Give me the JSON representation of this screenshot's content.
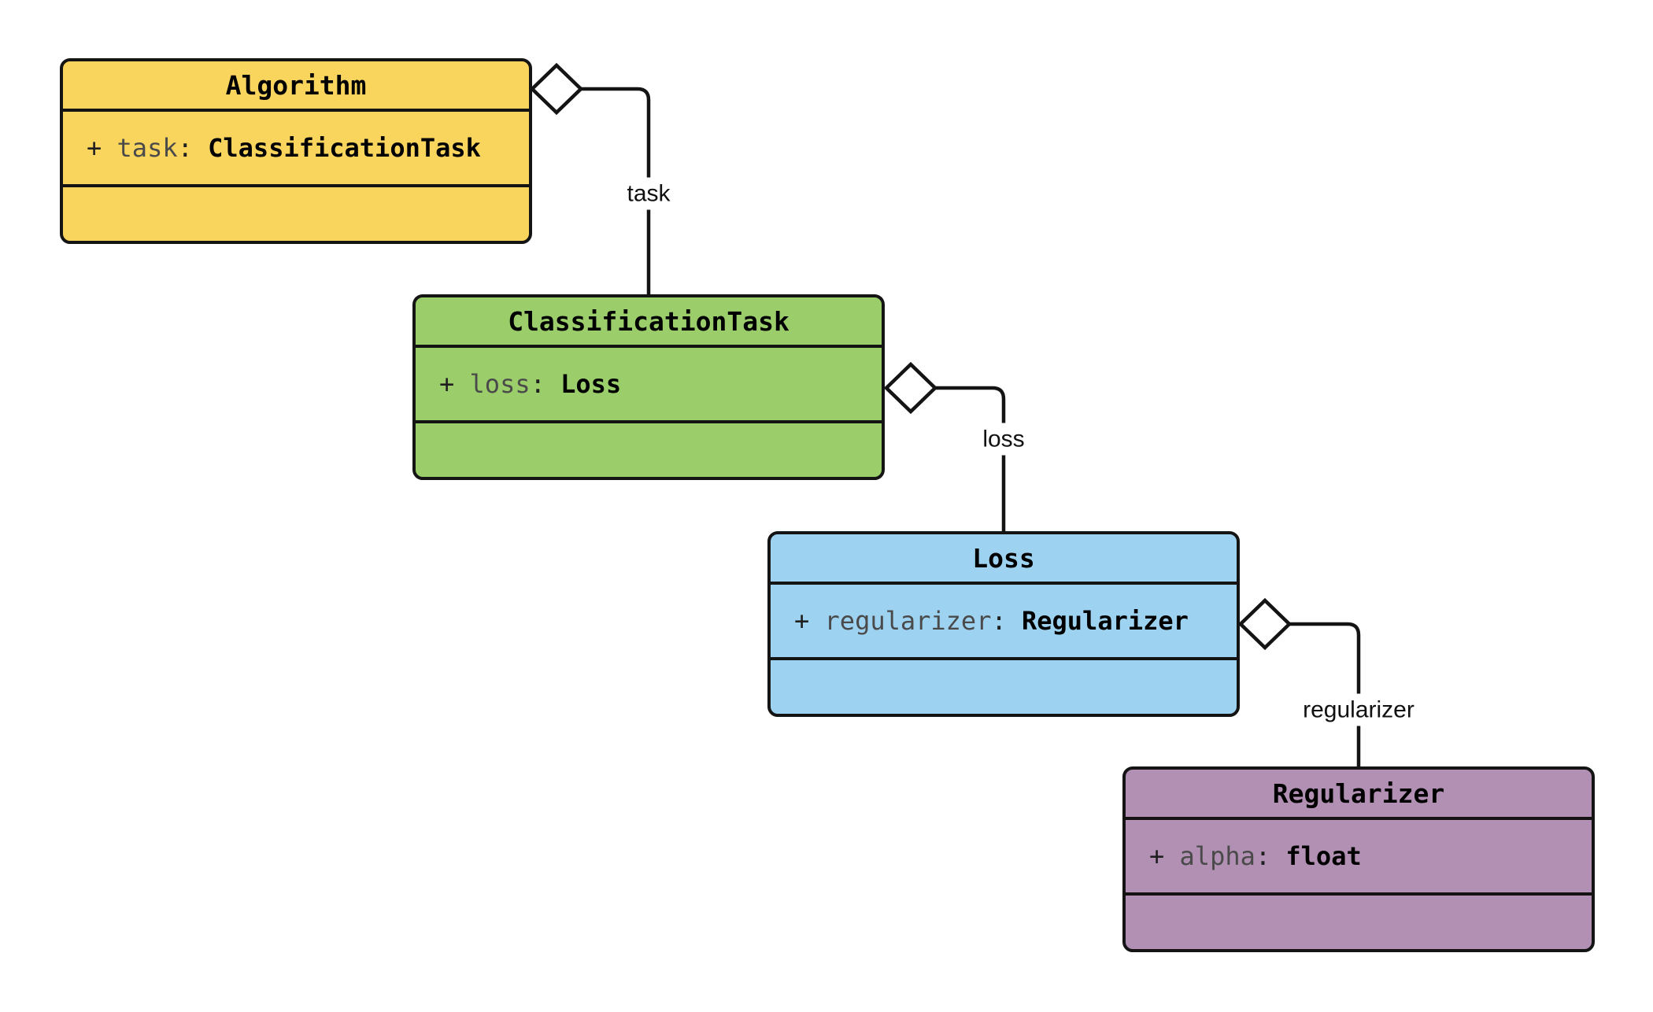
{
  "diagram": {
    "kind": "uml-class-diagram",
    "background": "#ffffff",
    "stroke_color": "#141414"
  },
  "classes": [
    {
      "title": "Algorithm",
      "fill": "#fad55e",
      "attr": {
        "prefix": "+ ",
        "name": "task",
        "colon": ": ",
        "type": "ClassificationTask"
      }
    },
    {
      "title": "ClassificationTask",
      "fill": "#9bce6b",
      "attr": {
        "prefix": "+ ",
        "name": "loss",
        "colon": ": ",
        "type": "Loss"
      }
    },
    {
      "title": "Loss",
      "fill": "#9dd2f1",
      "attr": {
        "prefix": "+ ",
        "name": "regularizer",
        "colon": ": ",
        "type": "Regularizer"
      }
    },
    {
      "title": "Regularizer",
      "fill": "#b190b4",
      "attr": {
        "prefix": "+ ",
        "name": "alpha",
        "colon": ": ",
        "type": "float"
      }
    }
  ],
  "edges": [
    {
      "label": "task",
      "type": "aggregation",
      "from": "Algorithm",
      "to": "ClassificationTask"
    },
    {
      "label": "loss",
      "type": "aggregation",
      "from": "ClassificationTask",
      "to": "Loss"
    },
    {
      "label": "regularizer",
      "type": "aggregation",
      "from": "Loss",
      "to": "Regularizer"
    }
  ]
}
